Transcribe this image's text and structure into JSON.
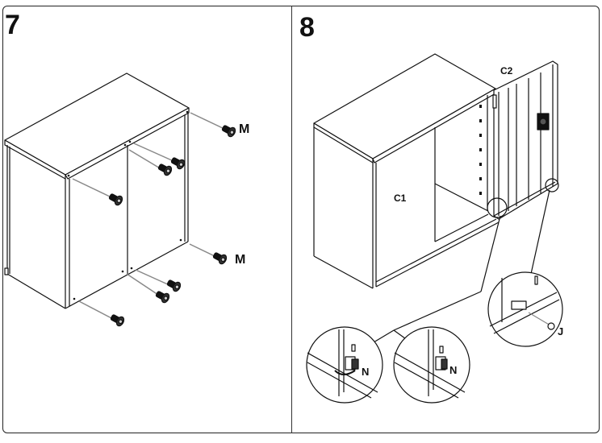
{
  "steps": [
    {
      "number": "7",
      "parts": [
        {
          "label": "M",
          "description": "screw, top right"
        },
        {
          "label": "M",
          "description": "screw, bottom right"
        }
      ]
    },
    {
      "number": "8",
      "parts": [
        {
          "label": "C1",
          "description": "cabinet body"
        },
        {
          "label": "C2",
          "description": "door"
        },
        {
          "label": "N",
          "description": "hinge clip detail (rotate)"
        },
        {
          "label": "N",
          "description": "hinge clip detail (installed)"
        },
        {
          "label": "J",
          "description": "screw detail"
        }
      ]
    }
  ]
}
